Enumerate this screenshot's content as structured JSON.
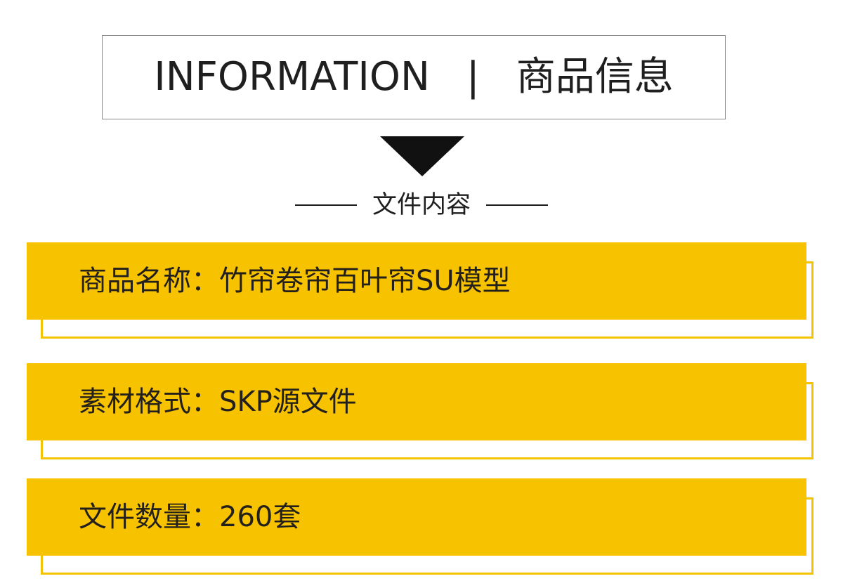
{
  "header": {
    "title_en": "INFORMATION",
    "separator": "|",
    "title_cn": "商品信息"
  },
  "subtitle": "文件内容",
  "info_items": [
    {
      "text": "商品名称：竹帘卷帘百叶帘SU模型"
    },
    {
      "text": "素材格式：SKP源文件"
    },
    {
      "text": "文件数量：260套"
    }
  ],
  "colors": {
    "accent": "#f7c300",
    "outline": "#f5c400",
    "text": "#231f1a"
  }
}
